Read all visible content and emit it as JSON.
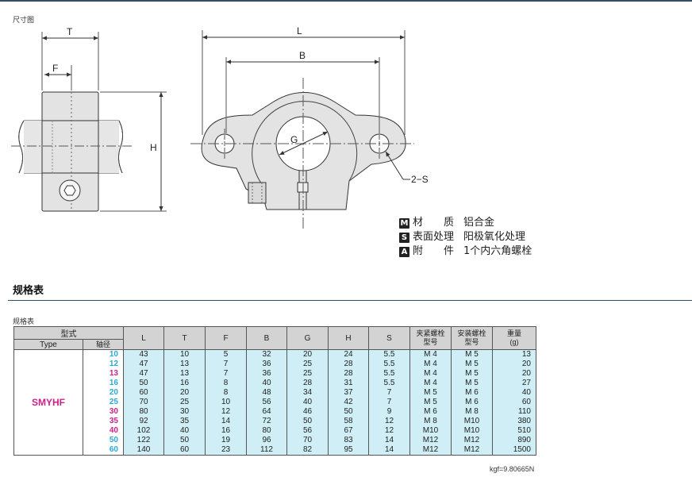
{
  "drawing_title": "尺寸图",
  "dimension_labels": {
    "T": "T",
    "F": "F",
    "H": "H",
    "L": "L",
    "B": "B",
    "G": "G",
    "S": "2−S"
  },
  "legend": [
    {
      "badge": "M",
      "key": "材　　质",
      "value": "铝合金"
    },
    {
      "badge": "S",
      "key": "表面处理",
      "value": "阳极氧化处理"
    },
    {
      "badge": "A",
      "key": "附　　件",
      "value": "1个内六角螺栓"
    }
  ],
  "section_title": "规格表",
  "spec_label": "规格表",
  "table": {
    "head_model": "型式",
    "head_type": "Type",
    "head_dia": "轴径",
    "columns": [
      "L",
      "T",
      "F",
      "B",
      "G",
      "H",
      "S"
    ],
    "clamp_bolt": [
      "夹紧螺栓",
      "型号"
    ],
    "mount_bolt": [
      "安装螺栓",
      "型号"
    ],
    "weight": [
      "重量",
      "(g)"
    ],
    "type_name": "SMYHF",
    "rows": [
      {
        "d": "10",
        "dc": "#2aa8d8",
        "L": "43",
        "T": "10",
        "F": "5",
        "B": "32",
        "G": "20",
        "H": "24",
        "S": "5.5",
        "clamp": "M 4",
        "mount": "M 5",
        "w": "13"
      },
      {
        "d": "12",
        "dc": "#2aa8d8",
        "L": "47",
        "T": "13",
        "F": "7",
        "B": "36",
        "G": "25",
        "H": "28",
        "S": "5.5",
        "clamp": "M 4",
        "mount": "M 5",
        "w": "20"
      },
      {
        "d": "13",
        "dc": "#cc2288",
        "L": "47",
        "T": "13",
        "F": "7",
        "B": "36",
        "G": "25",
        "H": "28",
        "S": "5.5",
        "clamp": "M 4",
        "mount": "M 5",
        "w": "20"
      },
      {
        "d": "16",
        "dc": "#2aa8d8",
        "L": "50",
        "T": "16",
        "F": "8",
        "B": "40",
        "G": "28",
        "H": "31",
        "S": "5.5",
        "clamp": "M 4",
        "mount": "M 5",
        "w": "27"
      },
      {
        "d": "20",
        "dc": "#2aa8d8",
        "L": "60",
        "T": "20",
        "F": "8",
        "B": "48",
        "G": "34",
        "H": "37",
        "S": "7",
        "clamp": "M 5",
        "mount": "M 6",
        "w": "40"
      },
      {
        "d": "25",
        "dc": "#2aa8d8",
        "L": "70",
        "T": "25",
        "F": "10",
        "B": "56",
        "G": "40",
        "H": "42",
        "S": "7",
        "clamp": "M 5",
        "mount": "M 6",
        "w": "60"
      },
      {
        "d": "30",
        "dc": "#cc2288",
        "L": "80",
        "T": "30",
        "F": "12",
        "B": "64",
        "G": "46",
        "H": "50",
        "S": "9",
        "clamp": "M 6",
        "mount": "M 8",
        "w": "110"
      },
      {
        "d": "35",
        "dc": "#cc2288",
        "L": "92",
        "T": "35",
        "F": "14",
        "B": "72",
        "G": "50",
        "H": "58",
        "S": "12",
        "clamp": "M 8",
        "mount": "M10",
        "w": "380"
      },
      {
        "d": "40",
        "dc": "#cc2288",
        "L": "102",
        "T": "40",
        "F": "16",
        "B": "80",
        "G": "56",
        "H": "67",
        "S": "12",
        "clamp": "M10",
        "mount": "M10",
        "w": "510"
      },
      {
        "d": "50",
        "dc": "#2aa8d8",
        "L": "122",
        "T": "50",
        "F": "19",
        "B": "96",
        "G": "70",
        "H": "83",
        "S": "14",
        "clamp": "M12",
        "mount": "M12",
        "w": "890"
      },
      {
        "d": "60",
        "dc": "#2aa8d8",
        "L": "140",
        "T": "60",
        "F": "23",
        "B": "112",
        "G": "82",
        "H": "95",
        "S": "14",
        "clamp": "M12",
        "mount": "M12",
        "w": "1500"
      }
    ]
  },
  "unit_note": "kgf=9.80665N"
}
